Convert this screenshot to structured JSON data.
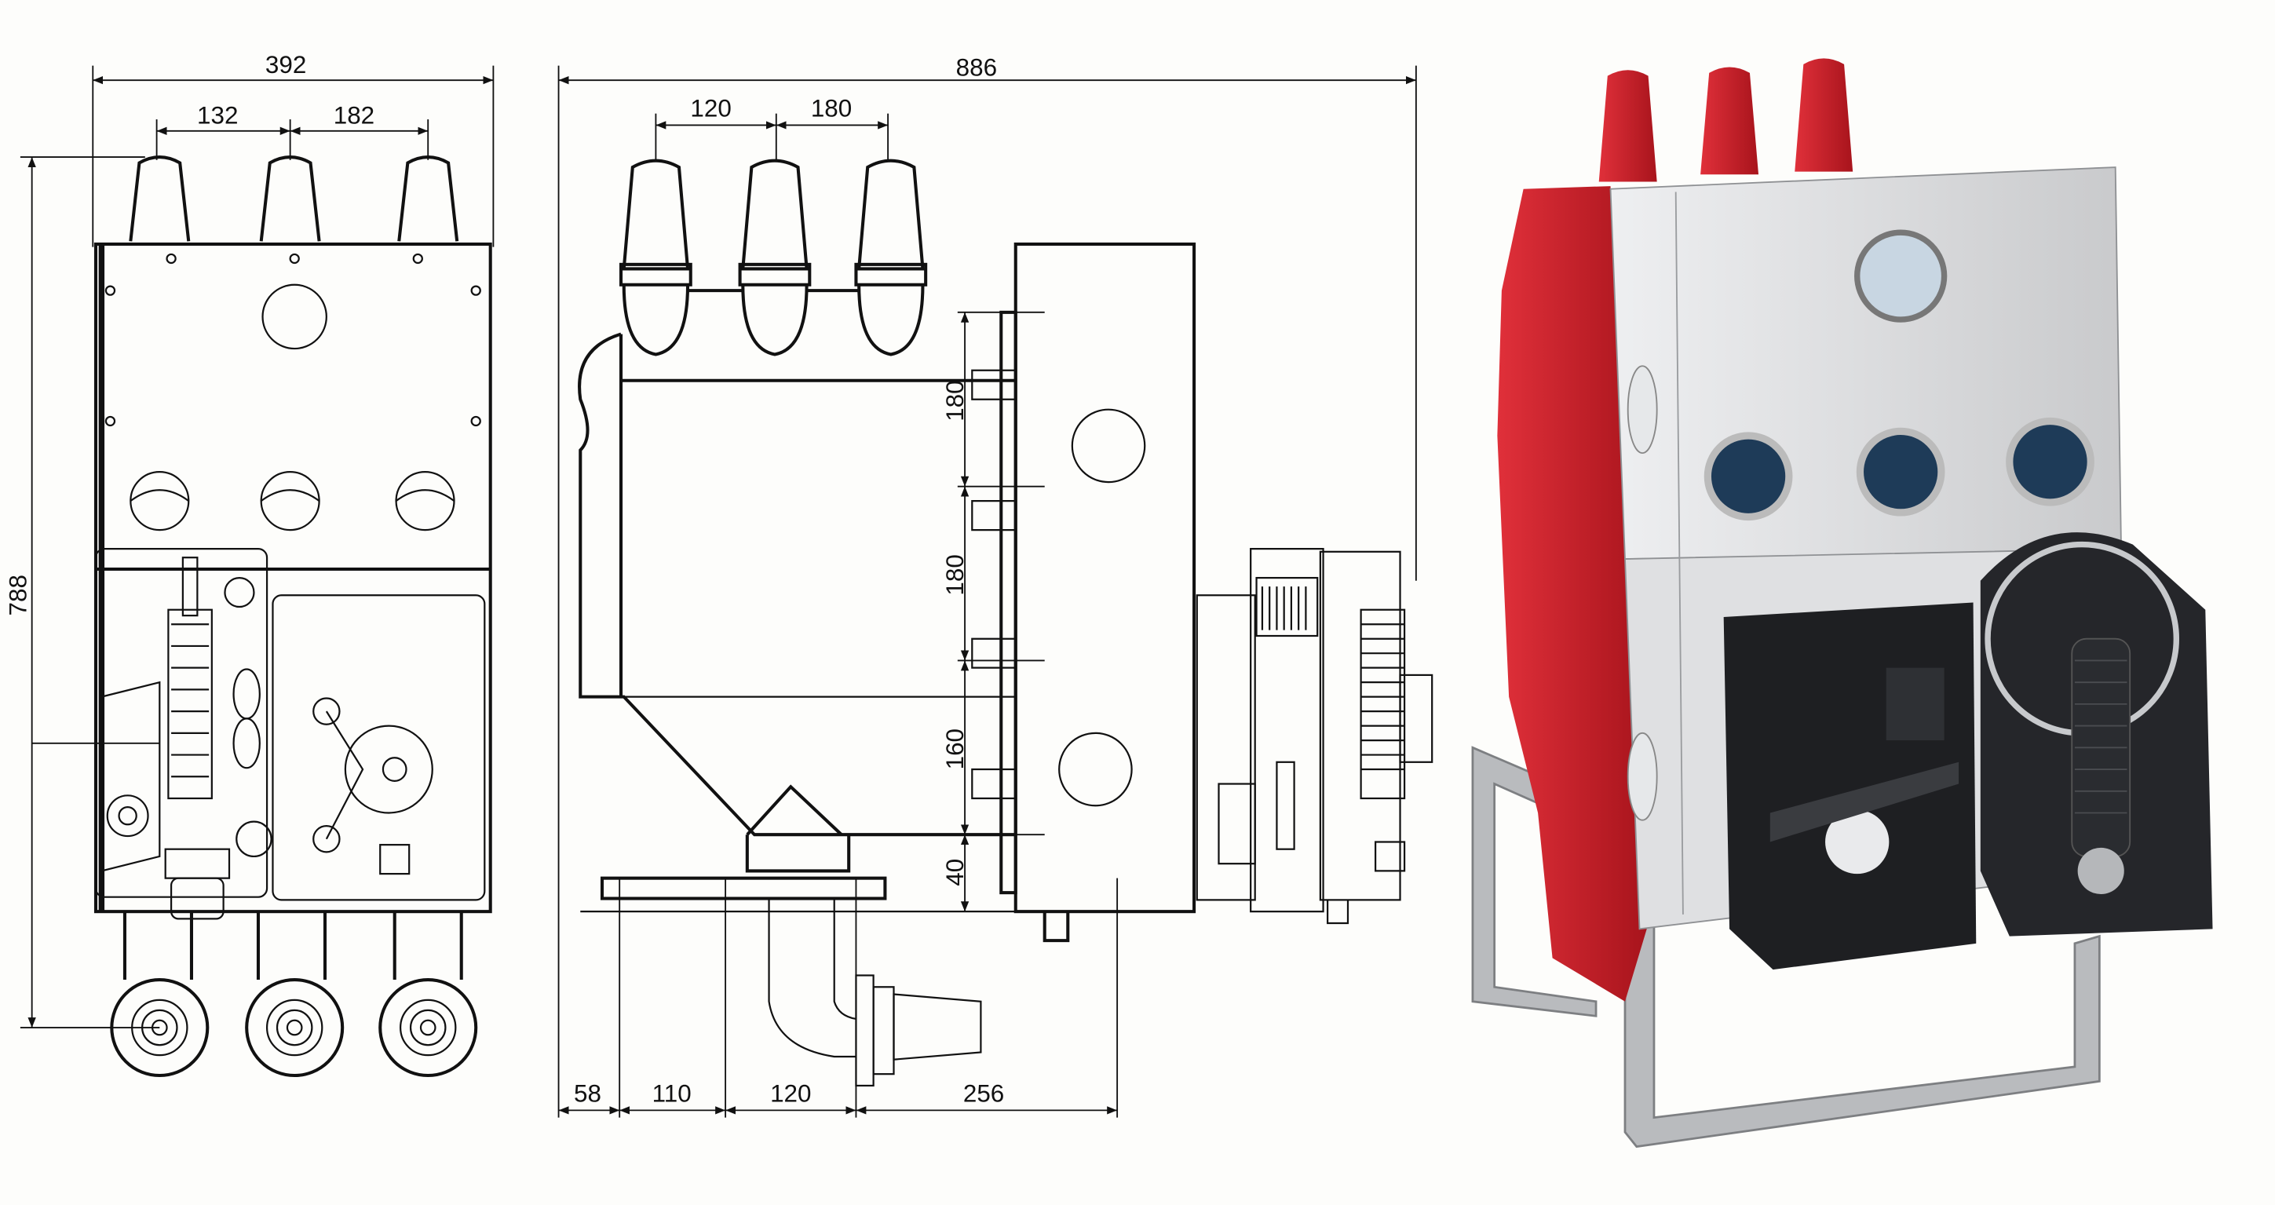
{
  "front_view": {
    "overall_width": "392",
    "pole_spacing_1": "132",
    "pole_spacing_2": "182",
    "overall_height": "788"
  },
  "side_view": {
    "overall_depth": "886",
    "top_spacing_1": "120",
    "top_spacing_2": "180",
    "vertical_1": "180",
    "vertical_2": "180",
    "vertical_3": "160",
    "vertical_4": "40",
    "bottom_1": "58",
    "bottom_2": "110",
    "bottom_3": "120",
    "bottom_4": "256"
  },
  "colors": {
    "line": "#111111",
    "insulator_red": "#c8202a",
    "housing_silver": "#d9dadc",
    "mechanism_black": "#1e1f22"
  }
}
